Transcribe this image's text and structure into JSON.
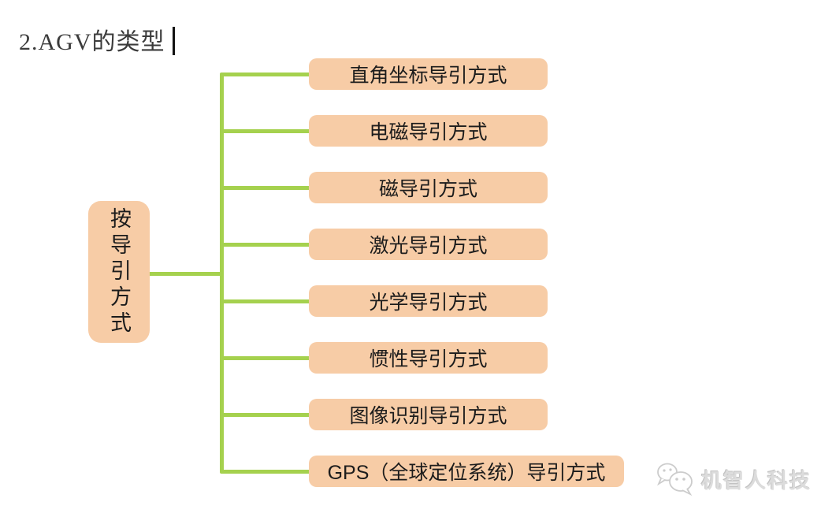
{
  "title": {
    "text": "2.AGV的类型"
  },
  "diagram": {
    "root_node": {
      "label": "按导引方式"
    },
    "branches": [
      {
        "label": "直角坐标导引方式"
      },
      {
        "label": "电磁导引方式"
      },
      {
        "label": "磁导引方式"
      },
      {
        "label": "激光导引方式"
      },
      {
        "label": "光学导引方式"
      },
      {
        "label": "惯性导引方式"
      },
      {
        "label": "图像识别导引方式"
      },
      {
        "label": "GPS（全球定位系统）导引方式"
      }
    ]
  },
  "watermark": {
    "text": "机智人科技",
    "logo": "wechat-logo"
  },
  "colors": {
    "node_fill": "#F7CCA6",
    "connector_green": "#A5D14E",
    "title_text": "#3B3B3B",
    "node_text": "#1C1C1C",
    "watermark_gray": "#DCDCDC",
    "background": "#FFFFFF"
  }
}
